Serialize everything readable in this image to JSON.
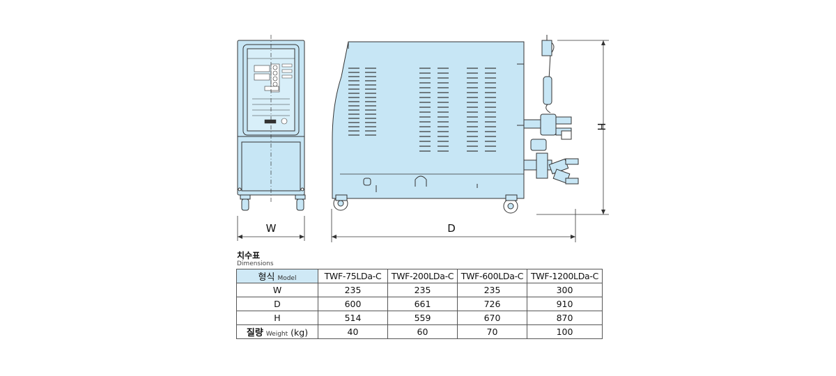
{
  "drawing": {
    "dim_w": "W",
    "dim_d": "D",
    "dim_h": "H"
  },
  "spec": {
    "title": "치수표",
    "subtitle": "Dimensions",
    "header": {
      "label_ko": "형식",
      "label_en": "Model"
    },
    "models": [
      "TWF-75LDa-C",
      "TWF-200LDa-C",
      "TWF-600LDa-C",
      "TWF-1200LDa-C"
    ],
    "rows": [
      {
        "label": "W",
        "values": [
          "235",
          "235",
          "235",
          "300"
        ]
      },
      {
        "label": "D",
        "values": [
          "600",
          "661",
          "726",
          "910"
        ]
      },
      {
        "label": "H",
        "values": [
          "514",
          "559",
          "670",
          "870"
        ]
      }
    ],
    "weight_row": {
      "label_ko": "질량",
      "label_en": "Weight",
      "unit": "(kg)",
      "values": [
        "40",
        "60",
        "70",
        "100"
      ]
    }
  },
  "colors": {
    "body_fill": "#c7e6f5",
    "outline": "#333333",
    "header_fill": "#cfe9f6"
  }
}
